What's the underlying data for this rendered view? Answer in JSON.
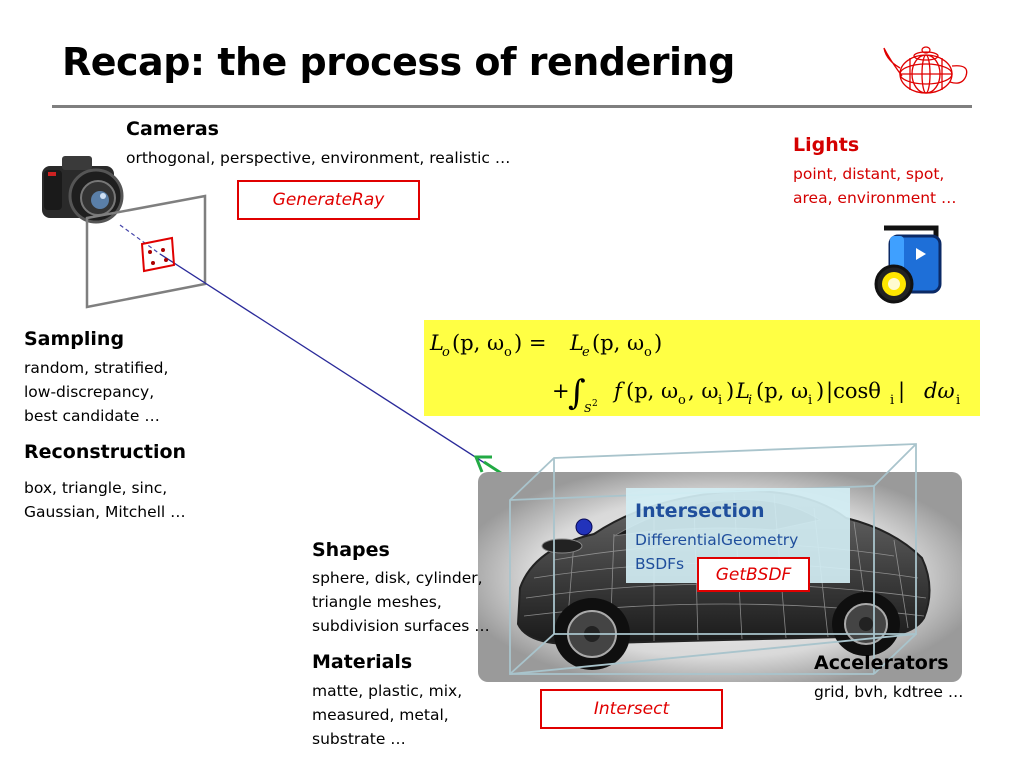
{
  "slide": {
    "title": "Recap: the process of rendering"
  },
  "cameras": {
    "heading": "Cameras",
    "detail": "orthogonal, perspective, environment, realistic …",
    "method": "GenerateRay"
  },
  "lights": {
    "heading": "Lights",
    "detail_line1": "point, distant, spot,",
    "detail_line2": "area, environment …"
  },
  "sampling": {
    "heading": "Sampling",
    "lines": [
      "random, stratified,",
      "low-discrepancy,",
      "best candidate …"
    ]
  },
  "reconstruction": {
    "heading": "Reconstruction",
    "lines": [
      "box, triangle, sinc,",
      "Gaussian, Mitchell …"
    ]
  },
  "shapes": {
    "heading": "Shapes",
    "lines": [
      "sphere, disk, cylinder,",
      "triangle meshes,",
      "subdivision surfaces …"
    ]
  },
  "materials": {
    "heading": "Materials",
    "lines": [
      "matte, plastic,  mix,",
      "measured, metal,",
      "substrate …"
    ]
  },
  "intersection": {
    "heading": "Intersection",
    "line1": "DifferentialGeometry",
    "line2": "BSDFs",
    "method": "GetBSDF"
  },
  "accelerators": {
    "heading": "Accelerators",
    "detail": "grid, bvh, kdtree …"
  },
  "intersect_method": "Intersect",
  "equation": {
    "lhs": "L",
    "lhs_sub": "o",
    "lhs_args": "(p, ω",
    "lhs_args_sub": "o",
    "eq": ") =",
    "le": "L",
    "le_sub": "e",
    "le_args": "(p, ω",
    "le_args_sub": "o",
    "le_close": ")",
    "plus": "+",
    "integral": "∫",
    "domain": "S",
    "domain_sup": "2",
    "f": "f",
    "f_args": "(p, ω",
    "f_sub1": "o",
    "f_comma": ", ω",
    "f_sub2": "i",
    "f_close": ")",
    "li": "L",
    "li_sub": "i",
    "li_args": "(p, ω",
    "li_args_sub": "i",
    "li_close": ")",
    "cos": "|cosθ",
    "cos_sub": "i",
    "cos_close": "|",
    "d": "dω",
    "d_sub": "i"
  },
  "colors": {
    "accent_red": "#e00000",
    "heading_red": "#d40000",
    "intersection_blue": "#1f4e9c",
    "formula_bg": "#ffff44",
    "ray_line": "#2a2a9a",
    "normal_arrow": "#22aa44"
  },
  "icons": {
    "logo": "teapot-wireframe-icon",
    "camera": "camera-icon",
    "light": "spotlight-icon",
    "scene": "car-wireframe-image"
  }
}
